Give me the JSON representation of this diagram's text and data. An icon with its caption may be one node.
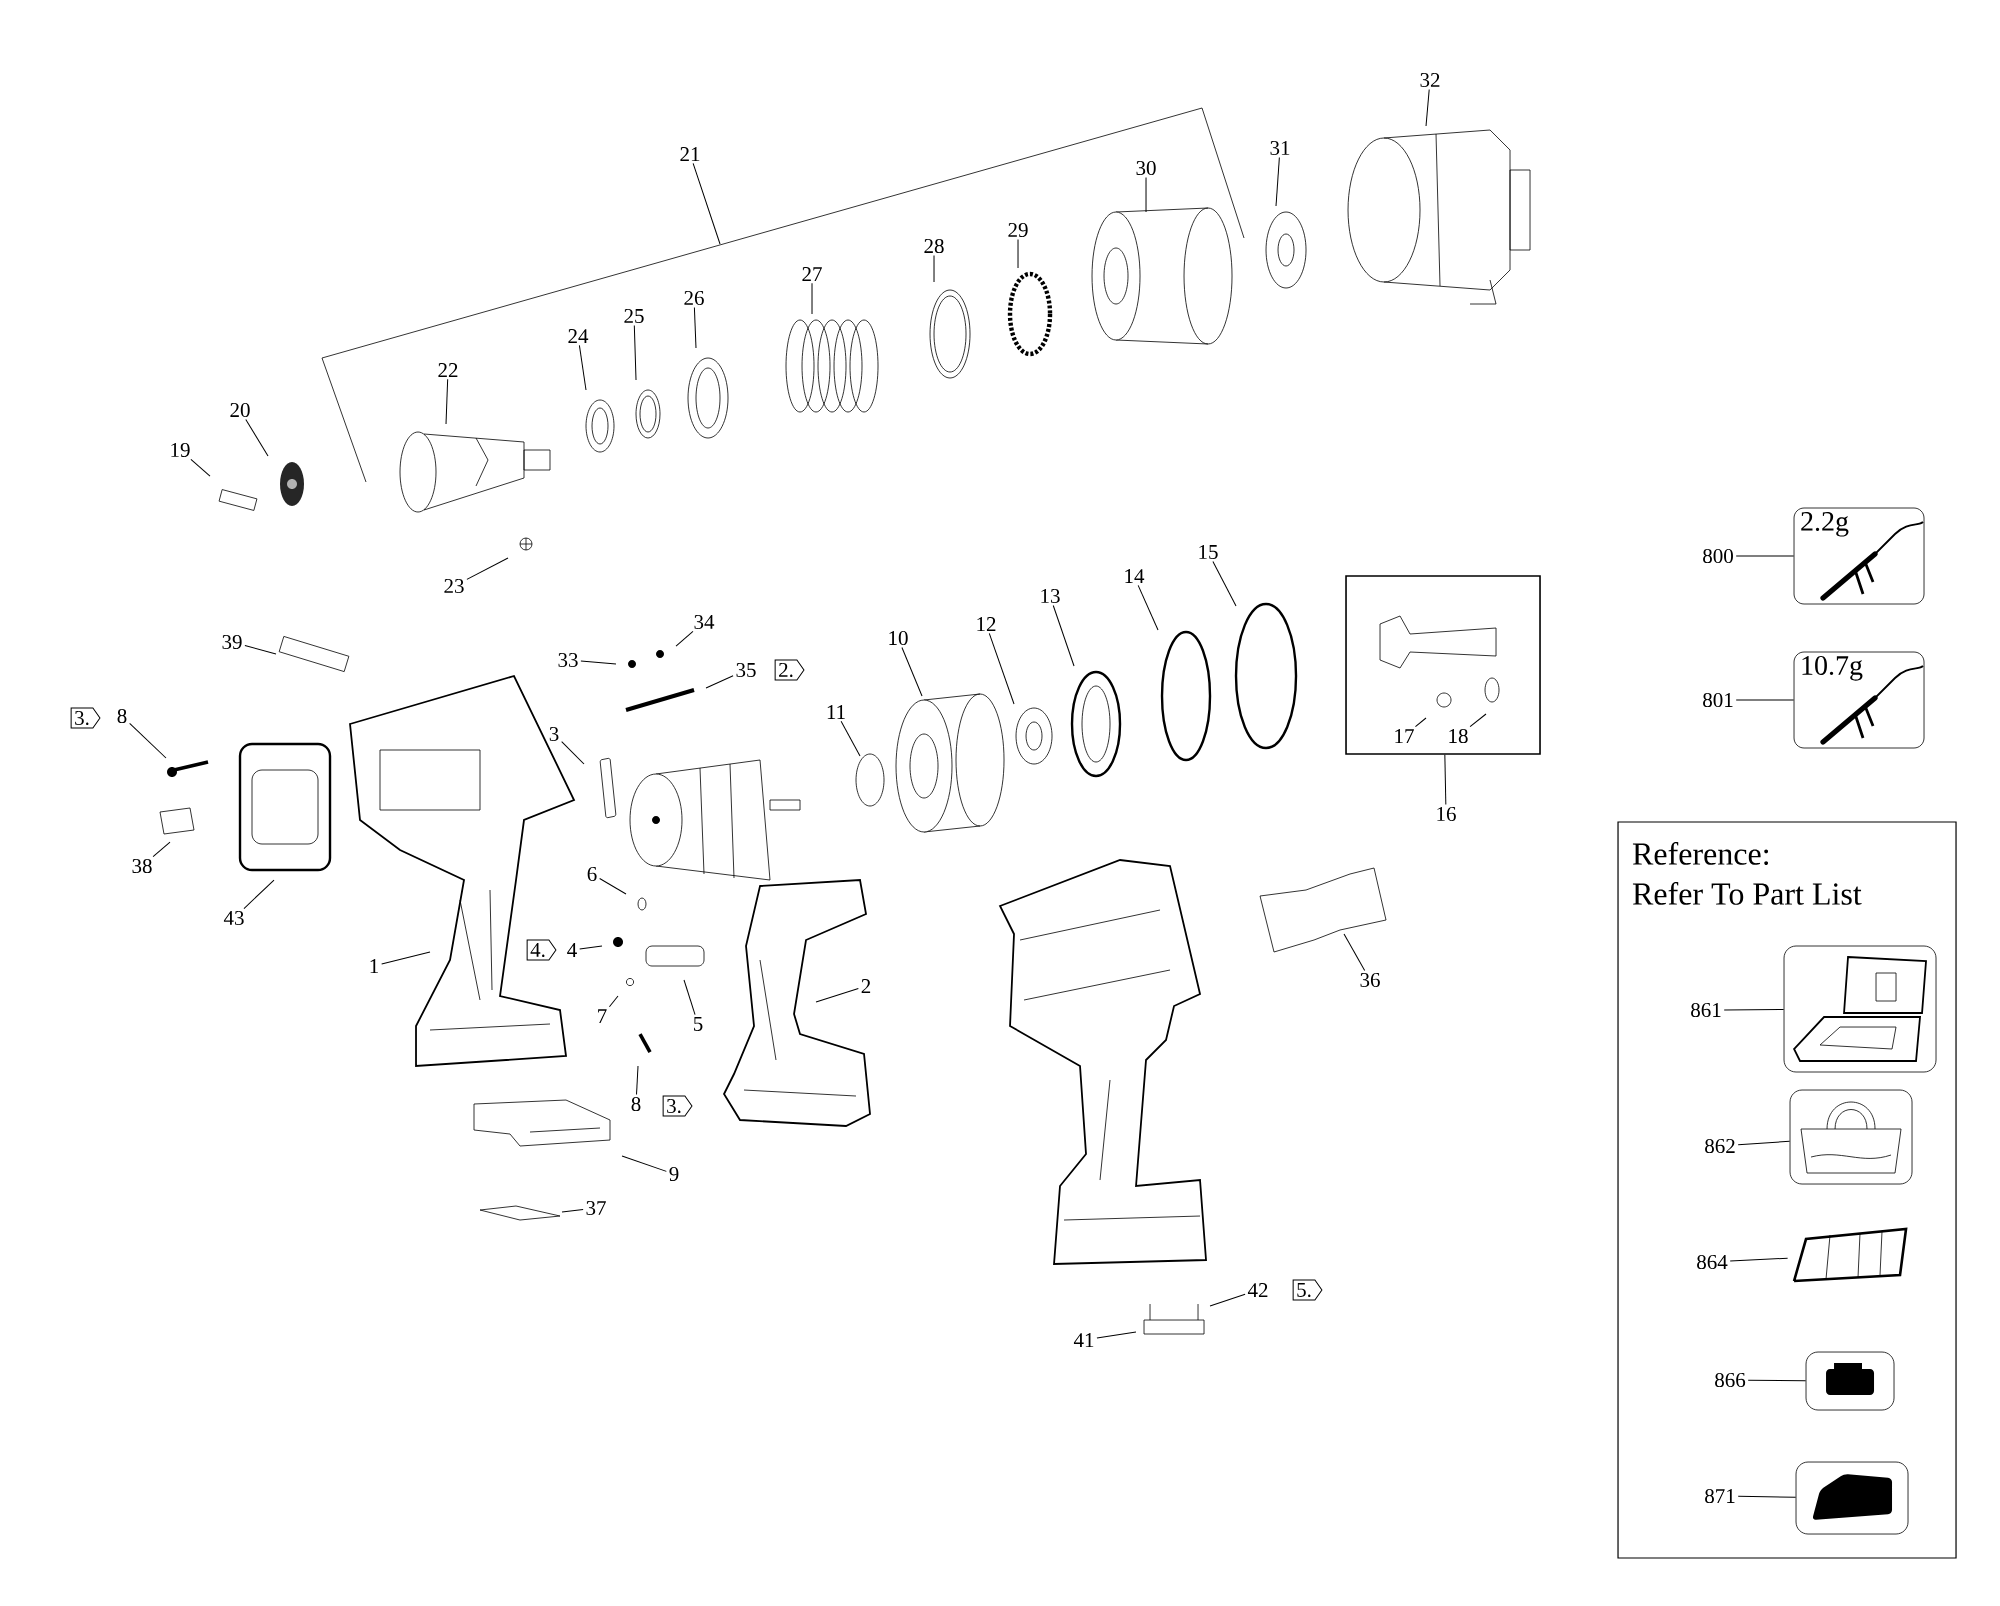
{
  "diagram": {
    "nodes": [
      {
        "text": [
          "32"
        ]
      },
      {
        "text": [
          "21"
        ]
      },
      {
        "text": [
          "31"
        ]
      },
      {
        "text": [
          "30"
        ]
      },
      {
        "text": [
          "29"
        ]
      },
      {
        "text": [
          "28"
        ]
      },
      {
        "text": [
          "27"
        ]
      },
      {
        "text": [
          "26"
        ]
      },
      {
        "text": [
          "25"
        ]
      },
      {
        "text": [
          "24"
        ]
      },
      {
        "text": [
          "22"
        ]
      },
      {
        "text": [
          "20"
        ]
      },
      {
        "text": [
          "19"
        ]
      },
      {
        "text": [
          "23"
        ]
      },
      {
        "text": [
          "2.2g"
        ]
      },
      {
        "text": [
          "800"
        ]
      },
      {
        "text": [
          "10.7g"
        ]
      },
      {
        "text": [
          "801"
        ]
      },
      {
        "text": [
          "34"
        ]
      },
      {
        "text": [
          "33"
        ]
      },
      {
        "text": [
          "35"
        ]
      },
      {
        "text": [
          "2."
        ]
      },
      {
        "text": [
          "39"
        ]
      },
      {
        "text": [
          "3."
        ]
      },
      {
        "text": [
          "8"
        ]
      },
      {
        "text": [
          "15"
        ]
      },
      {
        "text": [
          "14"
        ]
      },
      {
        "text": [
          "13"
        ]
      },
      {
        "text": [
          "12"
        ]
      },
      {
        "text": [
          "10"
        ]
      },
      {
        "text": [
          "11"
        ]
      },
      {
        "text": [],
        "shape": "box"
      },
      {
        "text": [
          "17"
        ],
        "in": 31
      },
      {
        "text": [
          "18"
        ],
        "in": 31
      },
      {
        "text": [
          "16"
        ]
      },
      {
        "text": [
          "3"
        ]
      },
      {
        "text": [
          "38"
        ]
      },
      {
        "text": [
          "43"
        ]
      },
      {
        "text": [
          "6"
        ]
      },
      {
        "text": [
          "4."
        ]
      },
      {
        "text": [
          "4"
        ]
      },
      {
        "text": [
          "1"
        ]
      },
      {
        "text": [
          "5"
        ]
      },
      {
        "text": [
          "7"
        ]
      },
      {
        "text": [
          "2"
        ]
      },
      {
        "text": [
          "36"
        ]
      },
      {
        "text": [
          "8"
        ]
      },
      {
        "text": [
          "3."
        ]
      },
      {
        "text": [
          "9"
        ]
      },
      {
        "text": [
          "37"
        ]
      },
      {
        "text": [
          "42"
        ]
      },
      {
        "text": [
          "5."
        ]
      },
      {
        "text": [
          "41"
        ]
      },
      {
        "text": [
          "Reference:",
          "Refer To Part List"
        ]
      },
      {
        "text": [
          "861"
        ],
        "in": 53
      },
      {
        "text": [],
        "shape": "picture",
        "in": 53
      },
      {
        "text": [
          "862"
        ],
        "in": 53
      },
      {
        "text": [],
        "shape": "picture",
        "in": 53
      },
      {
        "text": [
          "864"
        ],
        "in": 53
      },
      {
        "text": [],
        "shape": "picture",
        "in": 53
      },
      {
        "text": [
          "866"
        ],
        "in": 53
      },
      {
        "text": [],
        "shape": "picture",
        "in": 53
      },
      {
        "text": [
          "871"
        ],
        "in": 53
      },
      {
        "text": [],
        "shape": "picture",
        "in": 53
      }
    ],
    "edges": [
      {
        "from": 0,
        "to": null,
        "arrow": "none"
      },
      {
        "from": 1,
        "to": null,
        "arrow": "none"
      },
      {
        "from": 2,
        "to": null,
        "arrow": "none"
      },
      {
        "from": 3,
        "to": null,
        "arrow": "none"
      },
      {
        "from": 4,
        "to": null,
        "arrow": "none"
      },
      {
        "from": 5,
        "to": null,
        "arrow": "none"
      },
      {
        "from": 6,
        "to": null,
        "arrow": "none"
      },
      {
        "from": 7,
        "to": null,
        "arrow": "none"
      },
      {
        "from": 8,
        "to": null,
        "arrow": "none"
      },
      {
        "from": 9,
        "to": null,
        "arrow": "none"
      },
      {
        "from": 10,
        "to": null,
        "arrow": "none"
      },
      {
        "from": 11,
        "to": null,
        "arrow": "none"
      },
      {
        "from": 12,
        "to": null,
        "arrow": "none"
      },
      {
        "from": 13,
        "to": null,
        "arrow": "none"
      },
      {
        "from": 15,
        "to": 14,
        "arrow": "none"
      },
      {
        "from": 17,
        "to": 16,
        "arrow": "none"
      },
      {
        "from": 18,
        "to": null,
        "arrow": "none"
      },
      {
        "from": 19,
        "to": null,
        "arrow": "none"
      },
      {
        "from": 20,
        "to": null,
        "arrow": "none"
      },
      {
        "from": 22,
        "to": null,
        "arrow": "none"
      },
      {
        "from": 24,
        "to": null,
        "arrow": "none"
      },
      {
        "from": 25,
        "to": null,
        "arrow": "none"
      },
      {
        "from": 26,
        "to": null,
        "arrow": "none"
      },
      {
        "from": 27,
        "to": null,
        "arrow": "none"
      },
      {
        "from": 28,
        "to": null,
        "arrow": "none"
      },
      {
        "from": 29,
        "to": null,
        "arrow": "none"
      },
      {
        "from": 30,
        "to": null,
        "arrow": "none"
      },
      {
        "from": 32,
        "to": null,
        "arrow": "none"
      },
      {
        "from": 33,
        "to": null,
        "arrow": "none"
      },
      {
        "from": 34,
        "to": 31,
        "arrow": "none"
      },
      {
        "from": 35,
        "to": null,
        "arrow": "none"
      },
      {
        "from": 36,
        "to": null,
        "arrow": "none"
      },
      {
        "from": 37,
        "to": null,
        "arrow": "none"
      },
      {
        "from": 38,
        "to": null,
        "arrow": "none"
      },
      {
        "from": 40,
        "to": null,
        "arrow": "none"
      },
      {
        "from": 41,
        "to": null,
        "arrow": "none"
      },
      {
        "from": 42,
        "to": null,
        "arrow": "none"
      },
      {
        "from": 43,
        "to": null,
        "arrow": "none"
      },
      {
        "from": 44,
        "to": null,
        "arrow": "none"
      },
      {
        "from": 45,
        "to": null,
        "arrow": "none"
      },
      {
        "from": 46,
        "to": null,
        "arrow": "none"
      },
      {
        "from": 48,
        "to": null,
        "arrow": "none"
      },
      {
        "from": 49,
        "to": null,
        "arrow": "none"
      },
      {
        "from": 50,
        "to": null,
        "arrow": "none"
      },
      {
        "from": 52,
        "to": null,
        "arrow": "none"
      },
      {
        "from": 54,
        "to": 55,
        "arrow": "none"
      },
      {
        "from": 56,
        "to": 57,
        "arrow": "none"
      },
      {
        "from": 58,
        "to": 59,
        "arrow": "none"
      },
      {
        "from": 60,
        "to": 61,
        "arrow": "none"
      },
      {
        "from": 62,
        "to": 63,
        "arrow": "none"
      }
    ]
  }
}
